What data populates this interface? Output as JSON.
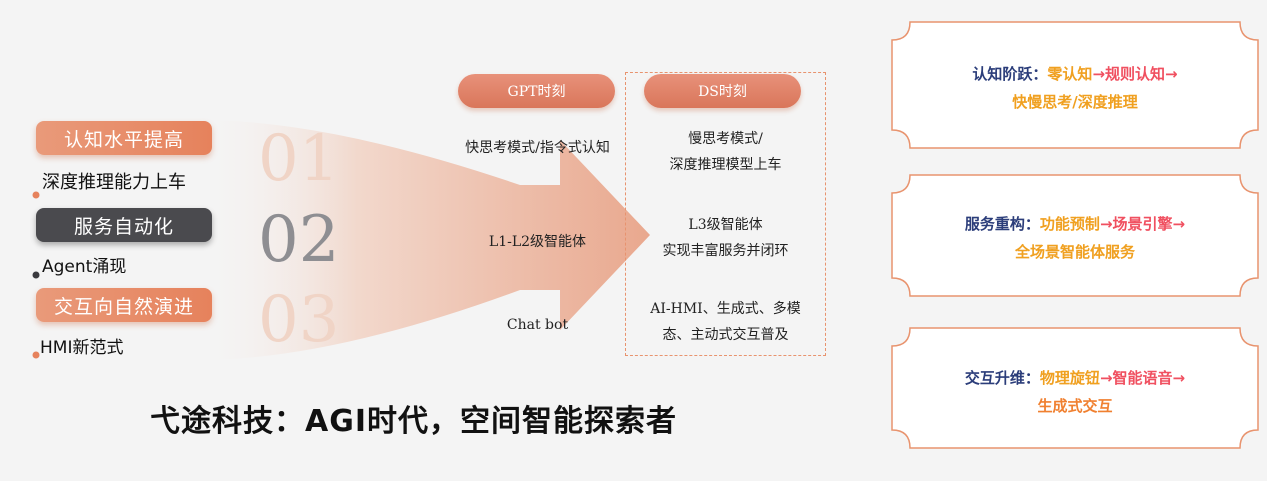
{
  "rows": [
    {
      "pill": "认知水平提高",
      "sub": "深度推理能力上车",
      "num": "01"
    },
    {
      "pill": "服务自动化",
      "sub": "Agent涌现",
      "num": "02"
    },
    {
      "pill": "交互向自然演进",
      "sub": "HMI新范式",
      "num": "03"
    }
  ],
  "headers": {
    "gpt": "GPT时刻",
    "ds": "DS时刻"
  },
  "gpt_cells": [
    "快思考模式/指令式认知",
    "L1-L2级智能体",
    "Chat bot"
  ],
  "ds_cells": [
    {
      "line1": "慢思考模式/",
      "line2": "深度推理模型上车"
    },
    {
      "line1": "L3级智能体",
      "line2": "实现丰富服务并闭环"
    },
    {
      "line1": "AI-HMI、生成式、多模",
      "line2": "态、主动式交互普及"
    }
  ],
  "title": "弋途科技：AGI时代，空间智能探索者",
  "panels": [
    {
      "p1": "认知阶跃：",
      "p2": "零认知",
      "p3": "→规则认知→",
      "p4": "快慢思考/深度推理"
    },
    {
      "p1": "服务重构：",
      "p2": "功能预制",
      "p3": "→场景引擎→",
      "p4": "全场景智能体服务"
    },
    {
      "p1": "交互升维：",
      "p2": "物理旋钮",
      "p3": "→智能语音→",
      "p4": "生成式交互"
    }
  ],
  "colors": {
    "orange": "#e6825c",
    "dark": "#4a4a4e",
    "navy": "#2b3d7a",
    "gold": "#f0a020",
    "pink": "#f05060",
    "accent_orange": "#f08030"
  }
}
